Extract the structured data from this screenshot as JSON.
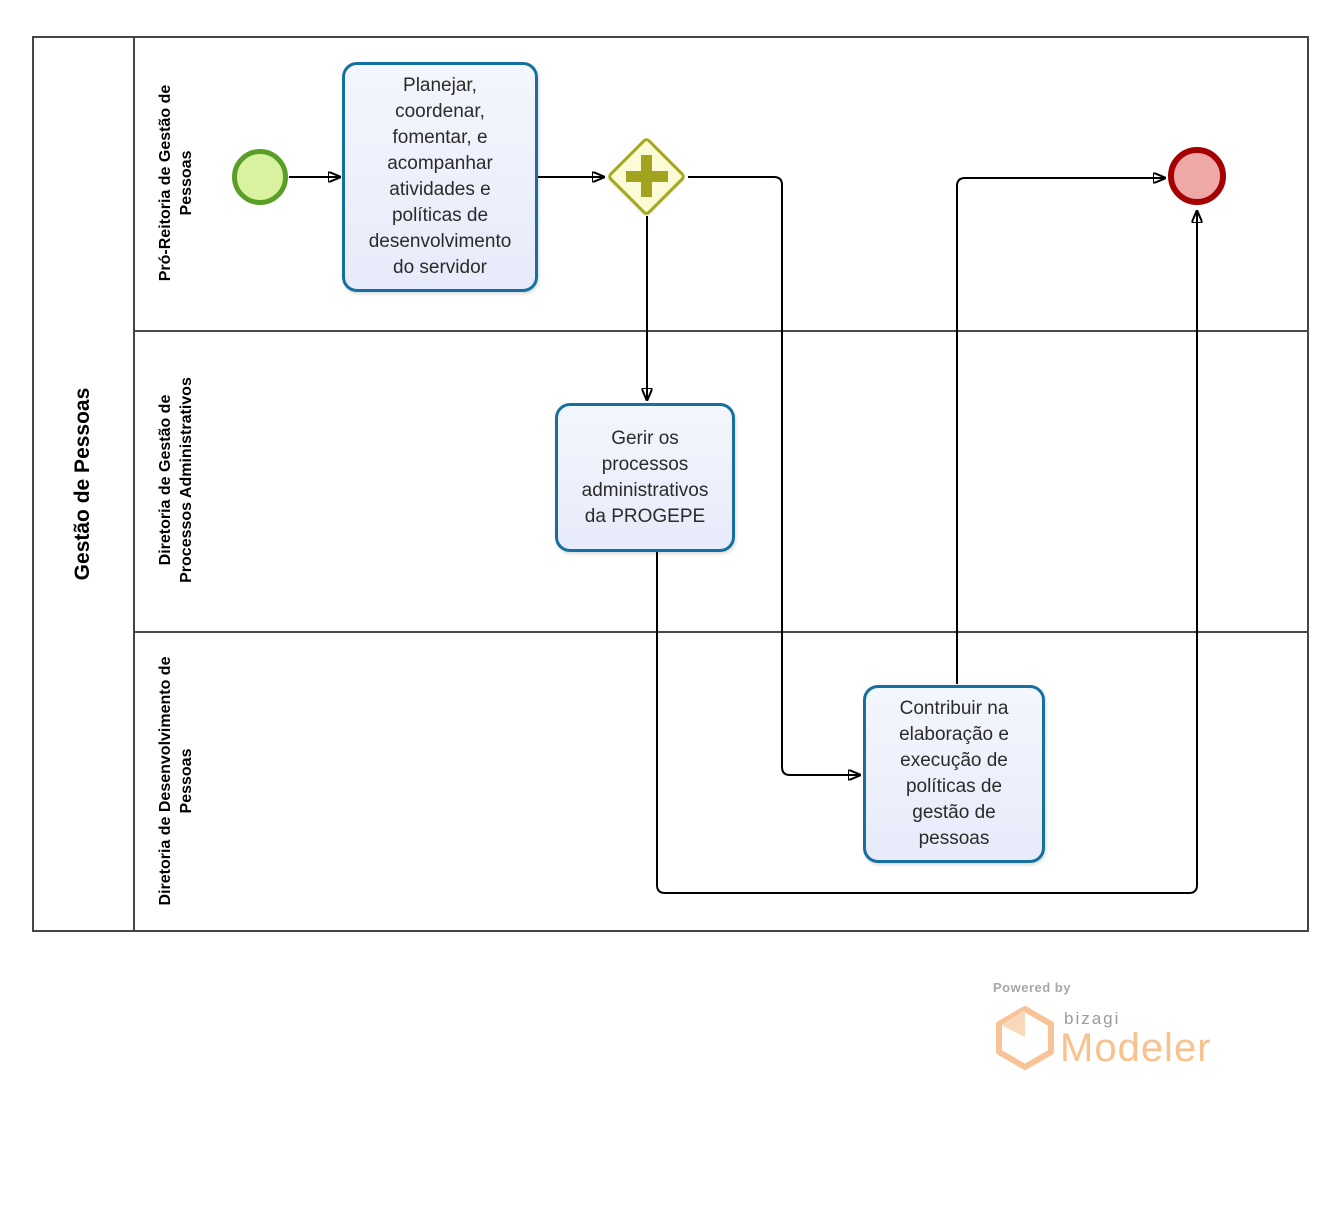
{
  "pool": {
    "label": "Gestão de Pessoas"
  },
  "lanes": [
    {
      "label": "Pró-Reitoria de Gestão de Pessoas"
    },
    {
      "label": "Diretoria de Gestão de Processos Administrativos"
    },
    {
      "label": "Diretoria de Desenvolvimento de Pessoas"
    }
  ],
  "nodes": {
    "task_planejar": {
      "label": "Planejar, coordenar, fomentar, e acompanhar atividades e políticas de desenvolvimento do servidor"
    },
    "task_gerir": {
      "label": "Gerir os processos administrativos da PROGEPE"
    },
    "task_contribuir": {
      "label": "Contribuir na elaboração e execução de políticas de gestão de pessoas"
    }
  },
  "flows": [
    {
      "from": "start-event",
      "to": "task-planejar"
    },
    {
      "from": "task-planejar",
      "to": "parallel-gateway"
    },
    {
      "from": "parallel-gateway",
      "to": "task-gerir"
    },
    {
      "from": "parallel-gateway",
      "to": "task-contribuir"
    },
    {
      "from": "task-gerir",
      "to": "end-event"
    },
    {
      "from": "task-contribuir",
      "to": "end-event"
    }
  ],
  "branding": {
    "powered_by": "Powered by",
    "brand": "bizagi",
    "product": "Modeler"
  },
  "colors": {
    "task_border": "#15709F",
    "task_fill": "#EAEDFA",
    "start_border": "#5A9E28",
    "start_fill": "#D9F2A0",
    "end_border": "#A40000",
    "end_fill": "#EFA8A8",
    "gateway_border": "#A5A71E",
    "gateway_fill": "#FBFBD6",
    "flow_line": "#000000",
    "pool_border": "#454545",
    "brand_orange": "#F8C28E",
    "brand_gray": "#9B9B9B"
  }
}
